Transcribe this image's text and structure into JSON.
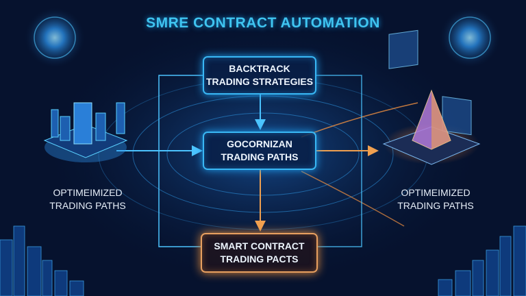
{
  "title": "SMRE CONTRACT AUTOMATION",
  "boxes": [
    {
      "line1": "BACKTRACK",
      "line2": "TRADING STRATEGIES"
    },
    {
      "line1": "GOCORNIZAN",
      "line2": "TRADING PATHS"
    },
    {
      "line1": "SMART CONTRACT",
      "line2": "TRADING PACTS"
    }
  ],
  "left_label": {
    "line1": "OPTIMEIMIZED",
    "line2": "TRADING PATHS"
  },
  "right_label": {
    "line1": "OPTIMEIMIZED",
    "line2": "TRADING PATHS"
  },
  "colors": {
    "background": "#06122e",
    "accent_blue": "#39b8f5",
    "accent_orange": "#e8a060"
  }
}
